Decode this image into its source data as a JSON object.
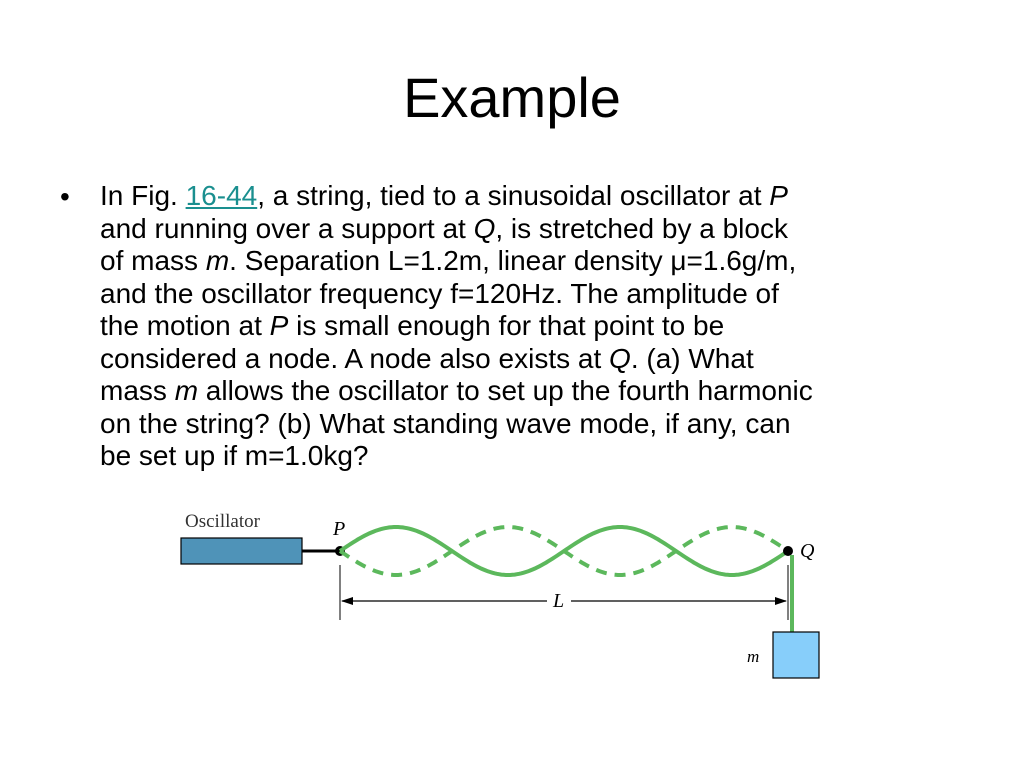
{
  "slide": {
    "title": "Example",
    "bullet": "•",
    "paragraph": {
      "prefix": "In Fig. ",
      "fig_link": "16-44",
      "s1": ", a string, tied to a sinusoidal oscillator at ",
      "P1": "P",
      "s2": "\nand running over a support at ",
      "Q1": "Q",
      "s3": ", is stretched by a block\nof mass ",
      "m1": "m",
      "s4": ". Separation L=1.2m, linear density  μ=1.6g/m,\nand the oscillator frequency  f=120Hz. The amplitude of\nthe motion at ",
      "P2": "P",
      "s5": " is small enough for that point to be\nconsidered a node. A node also exists at ",
      "Q2": "Q",
      "s6": ". (a) What\nmass ",
      "m2": "m",
      "s7": " allows the oscillator to set up the fourth harmonic\non the string? (b) What standing wave mode, if any, can\nbe set up if  m=1.0kg?"
    }
  },
  "figure": {
    "oscillator_label": "Oscillator",
    "p_label": "P",
    "q_label": "Q",
    "l_label": "L",
    "m_label": "m",
    "colors": {
      "string": "#5cb85c",
      "oscillator_fill": "#4f93b8",
      "block_fill": "#87cefa",
      "outline": "#000000"
    }
  }
}
